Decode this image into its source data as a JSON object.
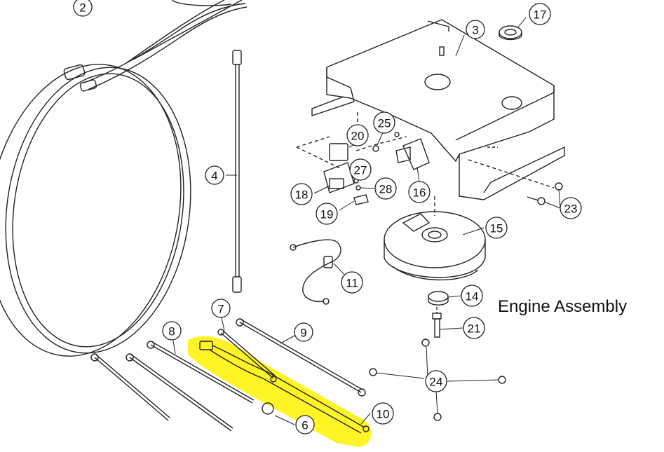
{
  "caption": "Engine Assembly",
  "highlight_color": "#fff200",
  "callouts": [
    {
      "id": "2",
      "label": "2"
    },
    {
      "id": "3",
      "label": "3"
    },
    {
      "id": "4",
      "label": "4"
    },
    {
      "id": "6",
      "label": "6"
    },
    {
      "id": "7",
      "label": "7"
    },
    {
      "id": "8",
      "label": "8"
    },
    {
      "id": "9",
      "label": "9"
    },
    {
      "id": "10",
      "label": "10"
    },
    {
      "id": "11",
      "label": "11"
    },
    {
      "id": "14",
      "label": "14"
    },
    {
      "id": "15",
      "label": "15"
    },
    {
      "id": "16",
      "label": "16"
    },
    {
      "id": "17",
      "label": "17"
    },
    {
      "id": "18",
      "label": "18"
    },
    {
      "id": "19",
      "label": "19"
    },
    {
      "id": "20",
      "label": "20"
    },
    {
      "id": "21",
      "label": "21"
    },
    {
      "id": "23",
      "label": "23"
    },
    {
      "id": "24",
      "label": "24"
    },
    {
      "id": "25",
      "label": "25"
    },
    {
      "id": "27",
      "label": "27"
    },
    {
      "id": "28",
      "label": "28"
    }
  ]
}
